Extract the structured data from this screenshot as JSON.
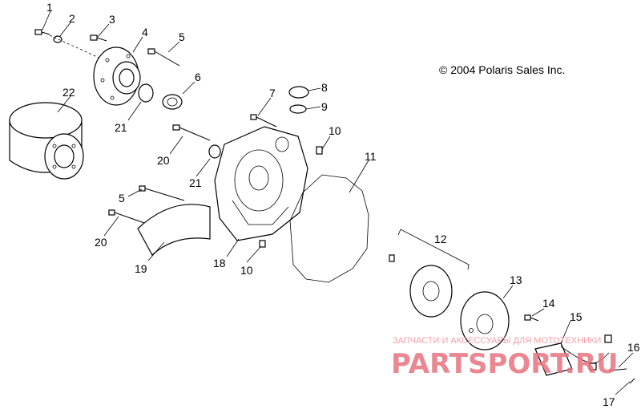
{
  "copyright": "© 2004 Polaris Sales Inc.",
  "callouts": {
    "c1": "1",
    "c2": "2",
    "c3": "3",
    "c4": "4",
    "c5a": "5",
    "c5b": "5",
    "c6": "6",
    "c7": "7",
    "c8": "8",
    "c9": "9",
    "c10a": "10",
    "c10b": "10",
    "c11": "11",
    "c12": "12",
    "c13": "13",
    "c14": "14",
    "c15": "15",
    "c16": "16",
    "c17": "17",
    "c18": "18",
    "c19": "19",
    "c20a": "20",
    "c20b": "20",
    "c21a": "21",
    "c21b": "21",
    "c22": "22"
  },
  "watermark": {
    "line1": "ЗАПЧАСТИ И АКСЕССУАРЫ ДЛЯ МОТОТЕХНИКИ",
    "line2": "PARTSPORT.RU"
  }
}
